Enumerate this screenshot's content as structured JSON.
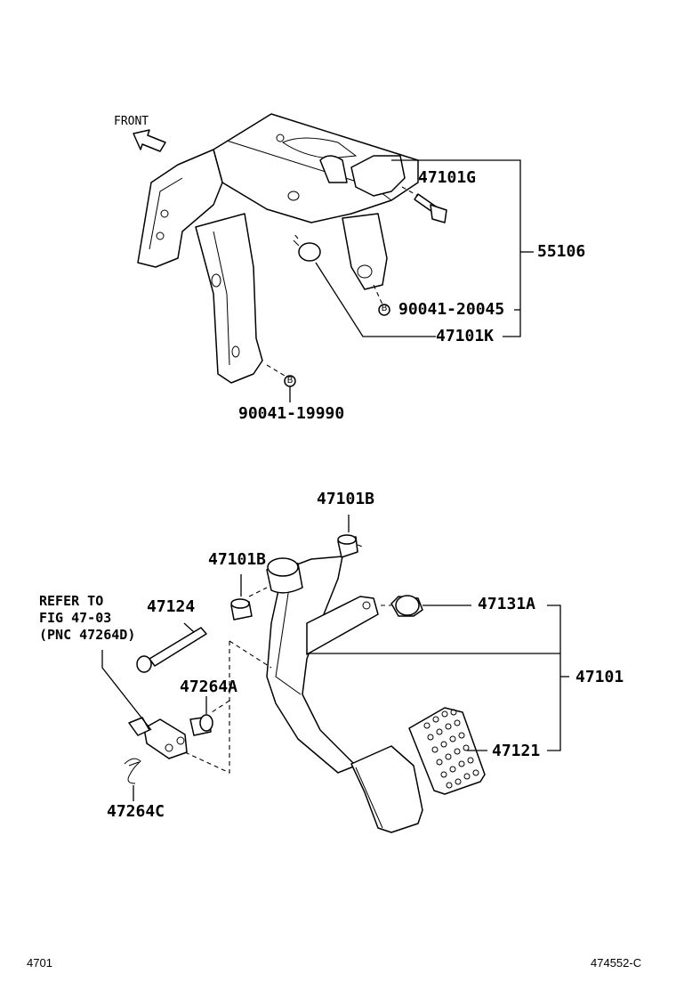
{
  "diagram": {
    "front_label": "FRONT",
    "upper": {
      "bolt_top": "47101G",
      "bracket_assy": "55106",
      "bolt_right": "90041-20045",
      "stopper": "47101K",
      "bolt_bottom": "90041-19990",
      "marker": "B"
    },
    "lower": {
      "bushing_top": "47101B",
      "bushing_left": "47101B",
      "pin": "47124",
      "stopper_cushion": "47131A",
      "pedal_assy": "47101",
      "clevis_pin": "47264A",
      "pad": "47121",
      "clip": "47264C",
      "refer_note": "REFER TO\nFIG 47-03\n(PNC 47264D)"
    }
  },
  "footer": {
    "fig_number": "4701",
    "illustration_id": "474552-C"
  }
}
